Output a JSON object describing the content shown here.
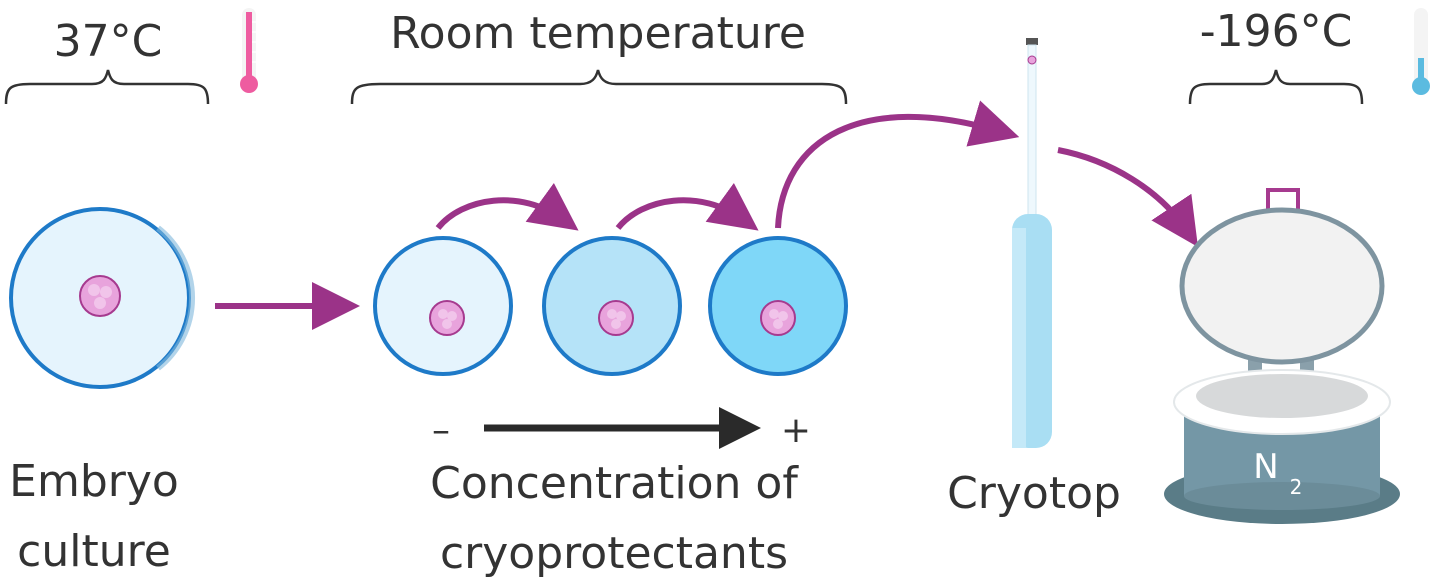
{
  "temps": {
    "culture": "37°C",
    "room": "Room temperature",
    "liquid_nitrogen": "-196°C"
  },
  "labels": {
    "embryo_line1": "Embryo",
    "embryo_line2": "culture",
    "concentration_line1": "Concentration of",
    "concentration_line2": "cryoprotectants",
    "cryotop": "Cryotop",
    "nitrogen": "N",
    "nitrogen_subscript": "2",
    "minus": "–",
    "plus": "+"
  },
  "colors": {
    "arrow": "#9b3388",
    "dish_border": "#1e7ac8",
    "dish_fill_low": "#e5f4fd",
    "dish_fill_mid": "#b5e3f8",
    "dish_fill_high": "#7fd7f8",
    "embryo": "#e8a3dc",
    "thermometer_warm": "#ee5ca0",
    "thermometer_cold": "#5bbbe0",
    "tank": "#7497a6"
  },
  "icons": [
    "thermometer-warm-icon",
    "thermometer-cold-icon",
    "cryotop-icon",
    "nitrogen-tank-icon"
  ]
}
